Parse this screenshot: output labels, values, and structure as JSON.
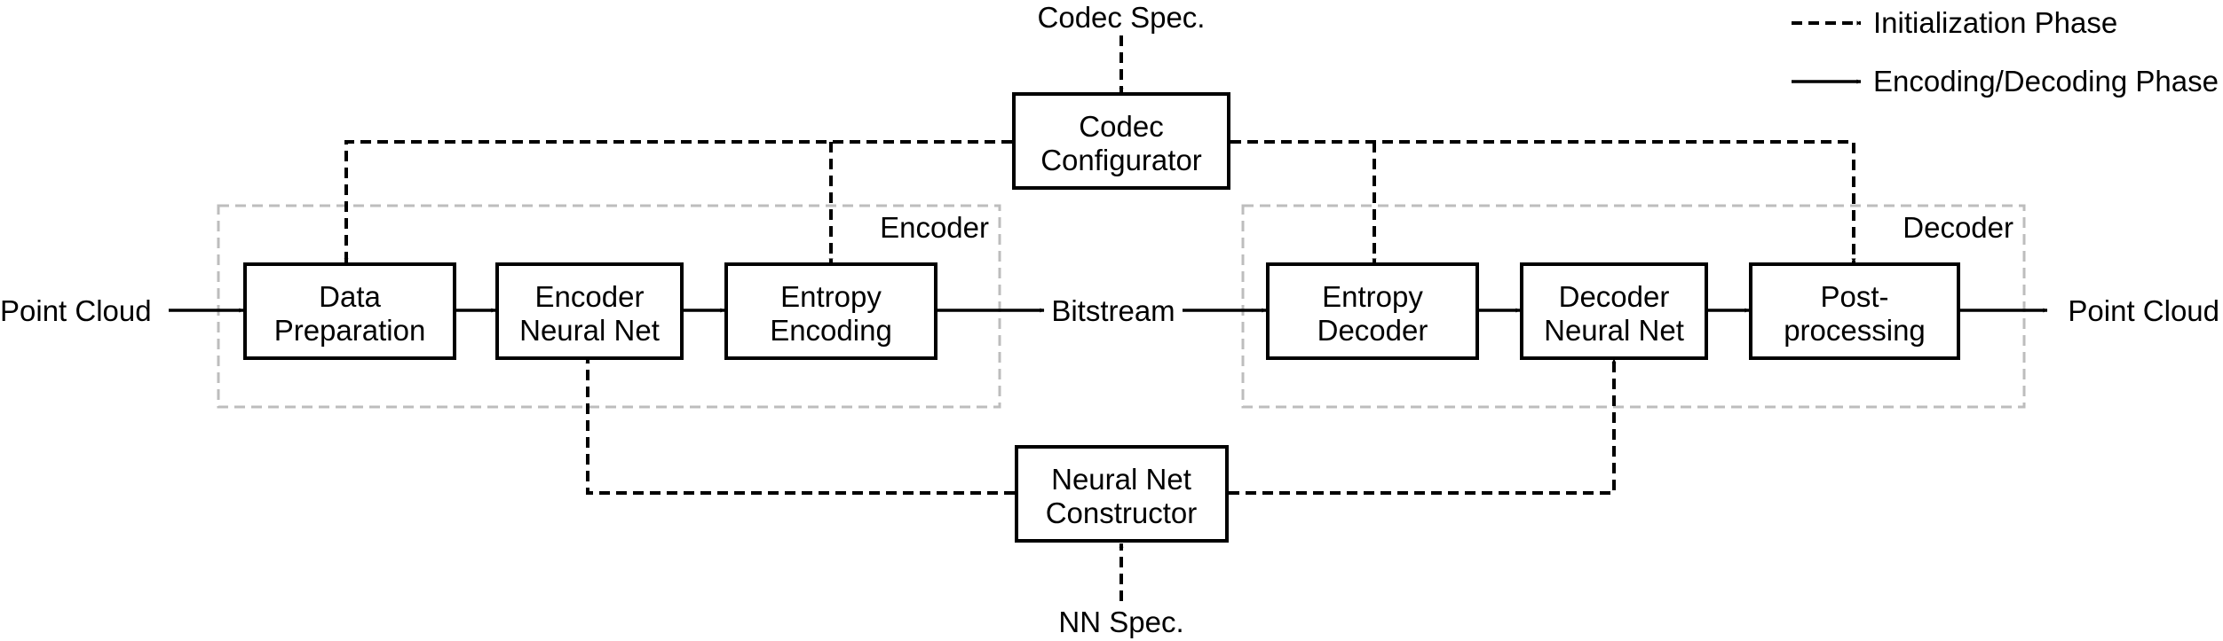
{
  "legend": {
    "init": "Initialization Phase",
    "encdec": "Encoding/Decoding Phase"
  },
  "inputs": {
    "codec_spec": "Codec Spec.",
    "nn_spec": "NN Spec.",
    "point_cloud_in": "Point Cloud",
    "point_cloud_out": "Point Cloud",
    "bitstream": "Bitstream"
  },
  "groups": {
    "encoder": "Encoder",
    "decoder": "Decoder"
  },
  "blocks": {
    "codec_configurator": [
      "Codec",
      "Configurator"
    ],
    "data_preparation": [
      "Data",
      "Preparation"
    ],
    "encoder_nn": [
      "Encoder",
      "Neural Net"
    ],
    "entropy_encoding": [
      "Entropy",
      "Encoding"
    ],
    "entropy_decoder": [
      "Entropy",
      "Decoder"
    ],
    "decoder_nn": [
      "Decoder",
      "Neural Net"
    ],
    "post_processing": [
      "Post-",
      "processing"
    ],
    "nn_constructor": [
      "Neural Net",
      "Constructor"
    ]
  }
}
